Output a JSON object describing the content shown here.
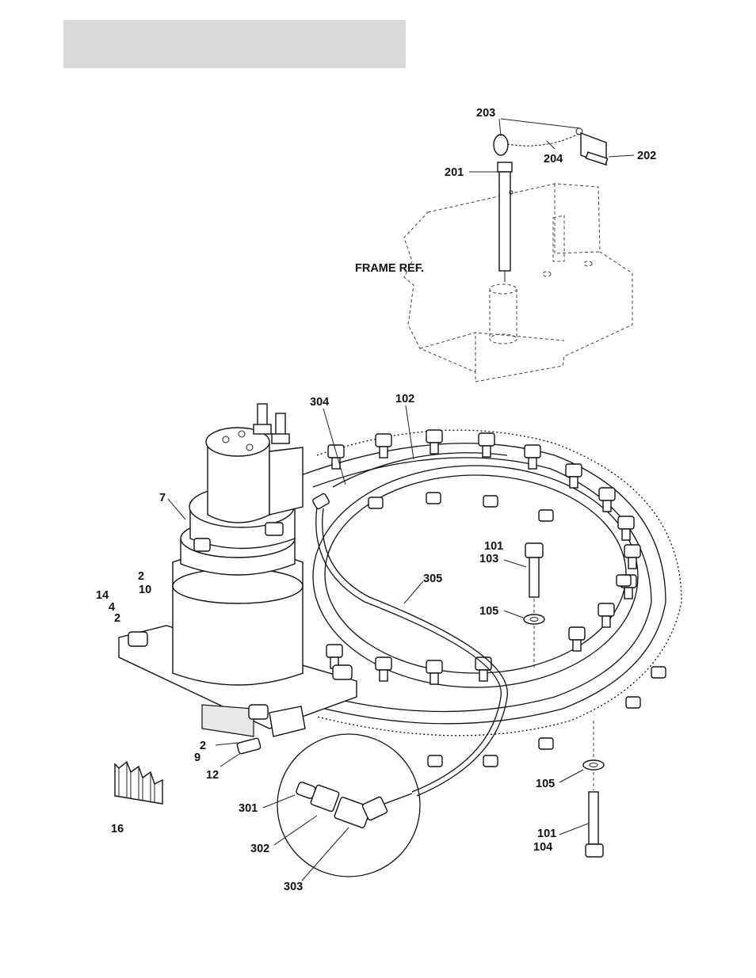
{
  "labels": {
    "frame_ref": "FRAME REF.",
    "l203": "203",
    "l204": "204",
    "l202": "202",
    "l201": "201",
    "l304": "304",
    "l102": "102",
    "l7": "7",
    "l101a": "101",
    "l103": "103",
    "l305": "305",
    "l2a": "2",
    "l10": "10",
    "l14": "14",
    "l4": "4",
    "l2b": "2",
    "l105a": "105",
    "l2c": "2",
    "l9": "9",
    "l12": "12",
    "l301": "301",
    "l16": "16",
    "l302": "302",
    "l303": "303",
    "l105b": "105",
    "l101b": "101",
    "l104": "104"
  }
}
